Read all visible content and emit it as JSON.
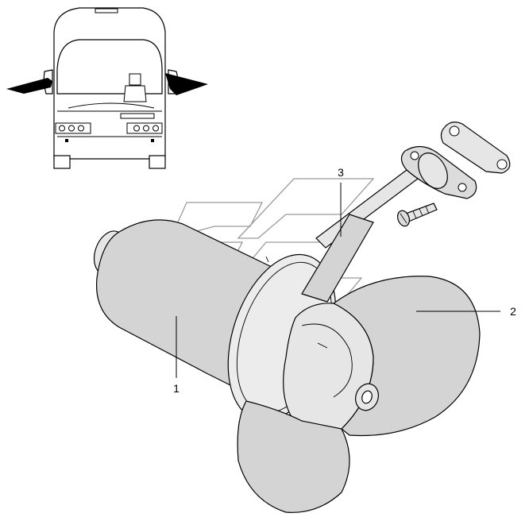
{
  "callouts": {
    "part_1": "1",
    "part_2": "2",
    "part_3": "3"
  },
  "colors": {
    "line": "#000000",
    "part_fill": "#d4d4d4",
    "part_fill_light": "#e6e6e6",
    "watermark": "#9a9a9a",
    "background": "#ffffff"
  },
  "icons": {
    "inset": "bus-front-view-icon",
    "arrows": "location-arrow-icon",
    "watermark": "brand-logo-watermark"
  }
}
